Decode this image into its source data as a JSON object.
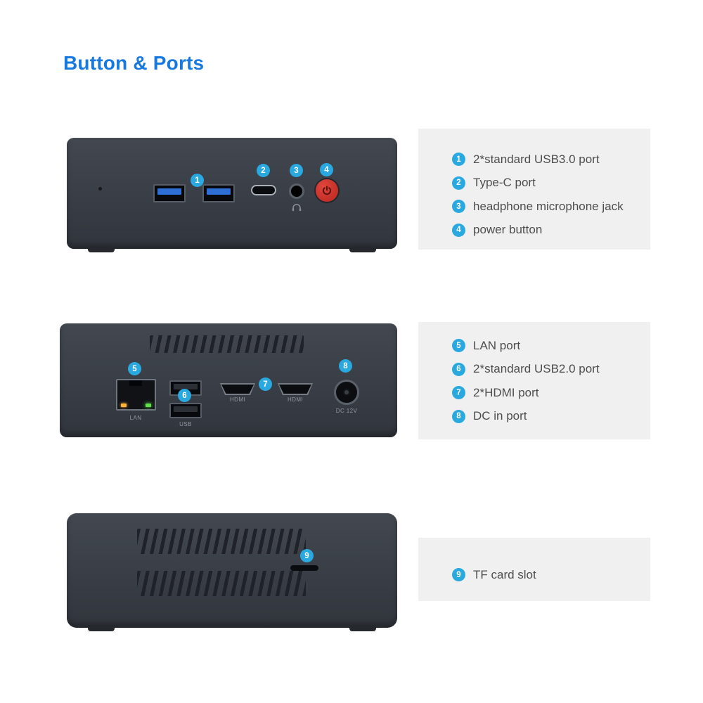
{
  "title": "Button & Ports",
  "colors": {
    "accent_blue": "#1778e0",
    "badge_cyan": "#29a9e0",
    "panel_gray": "#f0f0f1",
    "device_body": "#3a3f47",
    "usb3_blue": "#2e6fd6",
    "power_red": "#c52f27",
    "text_gray": "#4d4d4d"
  },
  "devices": {
    "front": {
      "callouts": {
        "c1": "1",
        "c2": "2",
        "c3": "3",
        "c4": "4"
      }
    },
    "back": {
      "callouts": {
        "c5": "5",
        "c6": "6",
        "c7": "7",
        "c8": "8"
      },
      "labels": {
        "lan": "LAN",
        "usb": "USB",
        "hdmi1": "HDMI",
        "hdmi2": "HDMI",
        "dc": "DC 12V"
      }
    },
    "bottom": {
      "callouts": {
        "c9": "9"
      }
    }
  },
  "legends": {
    "panel1": {
      "items": [
        {
          "num": "1",
          "label": "2*standard USB3.0 port"
        },
        {
          "num": "2",
          "label": "Type-C port"
        },
        {
          "num": "3",
          "label": "headphone microphone jack"
        },
        {
          "num": "4",
          "label": "power button"
        }
      ]
    },
    "panel2": {
      "items": [
        {
          "num": "5",
          "label": "LAN port"
        },
        {
          "num": "6",
          "label": "2*standard USB2.0 port"
        },
        {
          "num": "7",
          "label": "2*HDMI port"
        },
        {
          "num": "8",
          "label": "DC in port"
        }
      ]
    },
    "panel3": {
      "items": [
        {
          "num": "9",
          "label": "TF card slot"
        }
      ]
    }
  }
}
